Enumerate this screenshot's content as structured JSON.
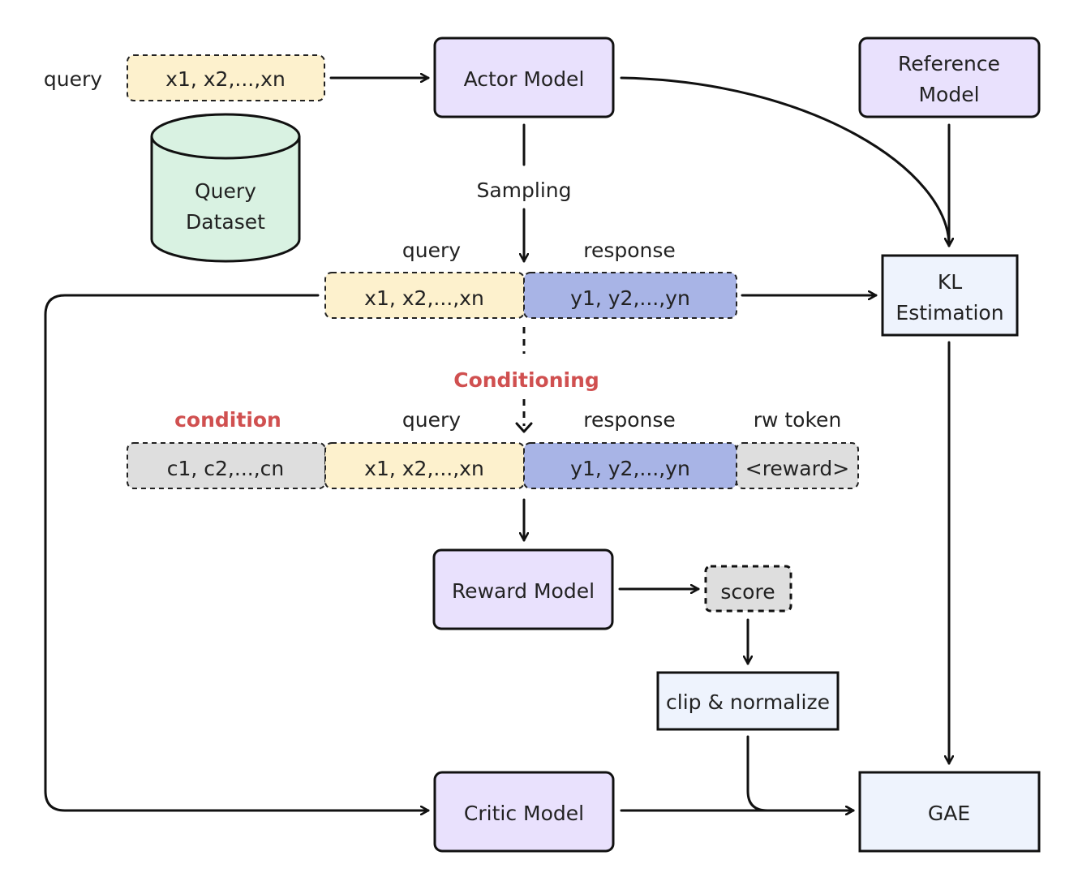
{
  "labels": {
    "query_left": "query",
    "sampling": "Sampling",
    "conditioning": "Conditioning",
    "query_mid": "query",
    "response_mid": "response",
    "condition": "condition",
    "query_low": "query",
    "response_low": "response",
    "rw_token": "rw token"
  },
  "nodes": {
    "actor_model": "Actor Model",
    "reference_model_line1": "Reference",
    "reference_model_line2": "Model",
    "query_dataset_line1": "Query",
    "query_dataset_line2": "Dataset",
    "kl_line1": "KL",
    "kl_line2": "Estimation",
    "reward_model": "Reward Model",
    "score": "score",
    "clip_normalize": "clip & normalize",
    "critic_model": "Critic Model",
    "gae": "GAE"
  },
  "tokens": {
    "top_query": "x1, x2,...,xn",
    "mid_query": "x1, x2,...,xn",
    "mid_response": "y1, y2,...,yn",
    "low_condition": "c1, c2,...,cn",
    "low_query": "x1, x2,...,xn",
    "low_response": "y1, y2,...,yn",
    "low_reward": "<reward>"
  },
  "colors": {
    "model_fill": "#e9e1fd",
    "query_fill": "#fdf1cd",
    "response_fill": "#a8b4e6",
    "gray_fill": "#dedede",
    "dataset_fill": "#d9f2e2",
    "process_fill": "#eef3fd",
    "accent_red": "#d05050"
  }
}
